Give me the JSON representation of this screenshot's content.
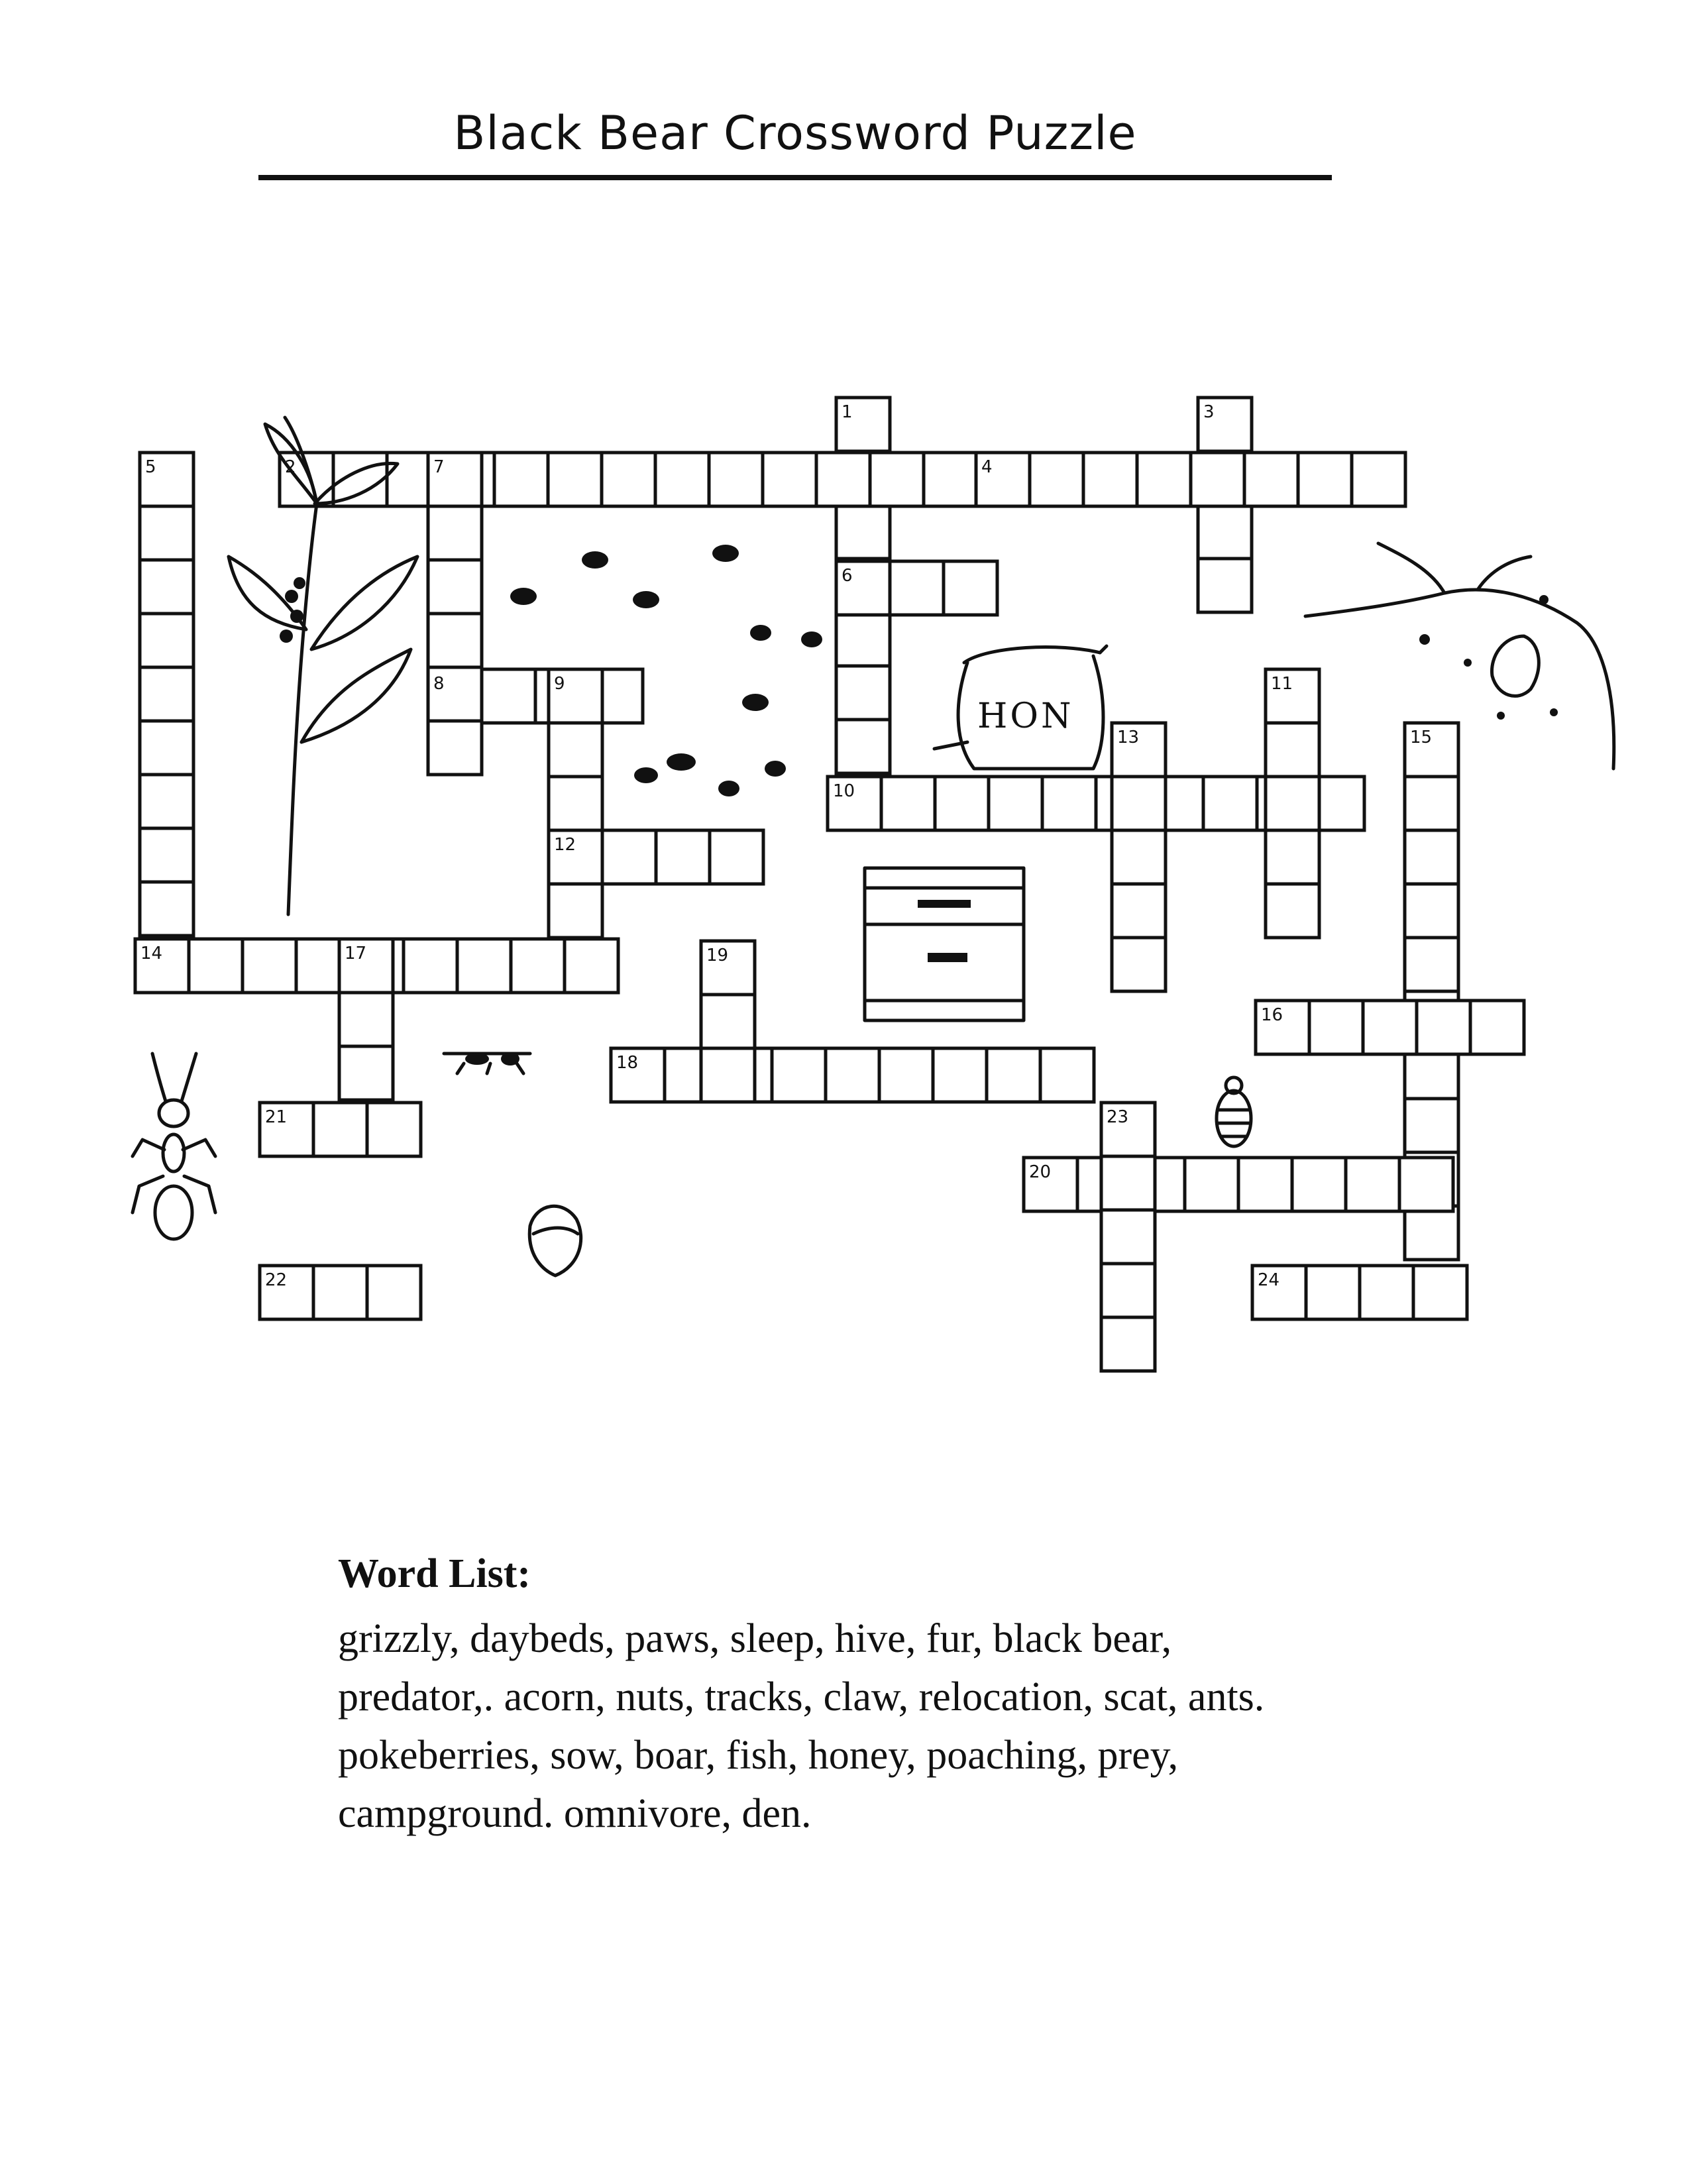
{
  "title": "Black Bear Crossword Puzzle",
  "word_list": {
    "heading": "Word List:",
    "lines": [
      "grizzly, daybeds, paws, sleep, hive, fur, black bear,",
      "predator,. acorn, nuts, tracks, claw, relocation, scat, ants.",
      "pokeberries, sow, boar, fish, honey, poaching, prey,",
      "campground. omnivore, den."
    ]
  },
  "illustrations": [
    {
      "name": "pokeberry-plant-icon"
    },
    {
      "name": "bear-tracks-icon"
    },
    {
      "name": "honey-pot-icon",
      "label": "HON"
    },
    {
      "name": "acorn-branch-icon"
    },
    {
      "name": "beehive-box-icon"
    },
    {
      "name": "ant-icon"
    },
    {
      "name": "small-ant-icon"
    },
    {
      "name": "acorn-icon"
    },
    {
      "name": "bee-icon"
    }
  ]
}
